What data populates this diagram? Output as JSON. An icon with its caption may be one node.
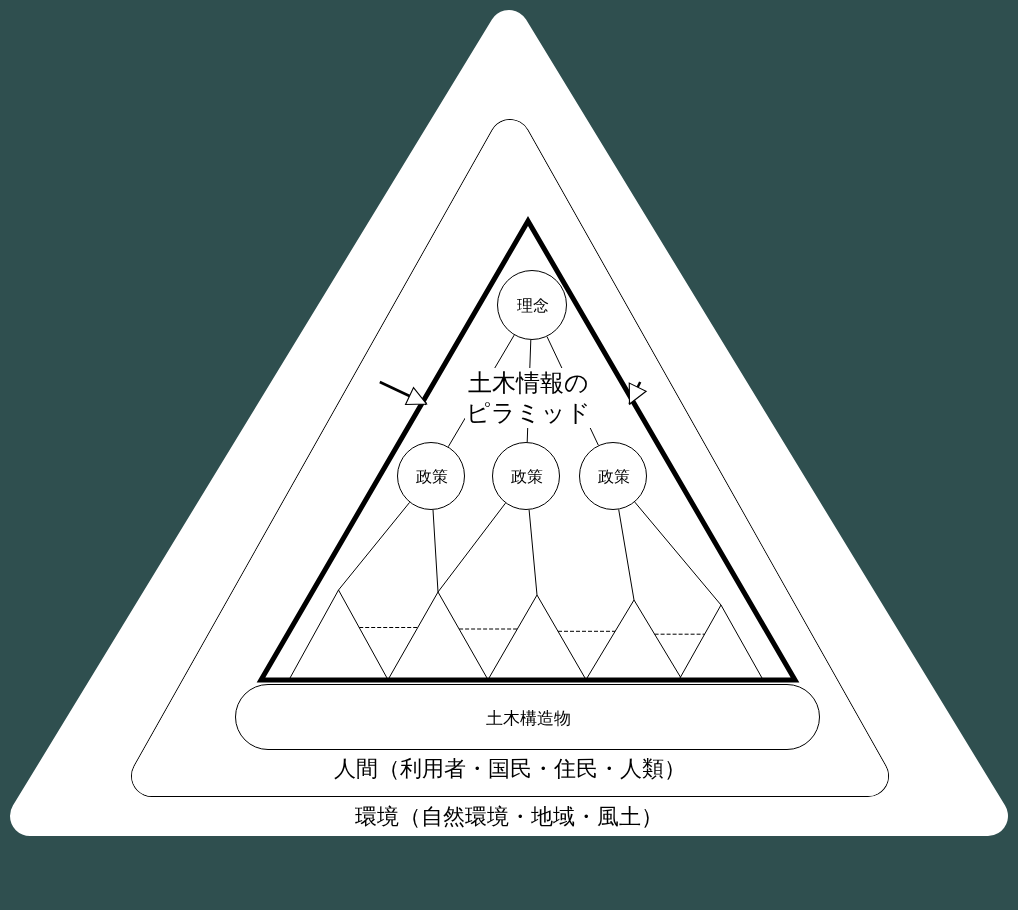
{
  "diagram": {
    "nodes": [
      {
        "text": [
          "環境（自然環境・地域・風土）"
        ]
      },
      {
        "text": [
          "人間（利用者・国民・住民・人類）"
        ],
        "in": 0
      },
      {
        "text": [
          "土木情報のピラミッド"
        ],
        "in": 1
      },
      {
        "text": [
          "理念"
        ],
        "in": 2
      },
      {
        "text": [
          "政策"
        ],
        "in": 2
      },
      {
        "text": [
          "政策"
        ],
        "in": 2
      },
      {
        "text": [
          "政策"
        ],
        "in": 2
      },
      {
        "text": [],
        "shape": "triangle",
        "in": 2
      },
      {
        "text": [],
        "shape": "triangle",
        "in": 2
      },
      {
        "text": [],
        "shape": "triangle",
        "in": 2
      },
      {
        "text": [],
        "shape": "triangle",
        "in": 2
      },
      {
        "text": [],
        "shape": "triangle",
        "in": 2
      },
      {
        "text": [
          "土木構造物"
        ],
        "in": 1
      }
    ],
    "edges": [
      {
        "from": 1,
        "to": 2,
        "arrow": "to"
      },
      {
        "from": 1,
        "to": 2,
        "arrow": "to"
      },
      {
        "from": 3,
        "to": 4,
        "arrow": "none"
      },
      {
        "from": 3,
        "to": 5,
        "arrow": "none"
      },
      {
        "from": 3,
        "to": 6,
        "arrow": "none"
      },
      {
        "from": 4,
        "to": 7,
        "arrow": "none"
      },
      {
        "from": 4,
        "to": 8,
        "arrow": "none"
      },
      {
        "from": 5,
        "to": 8,
        "arrow": "none"
      },
      {
        "from": 5,
        "to": 9,
        "arrow": "none"
      },
      {
        "from": 6,
        "to": 10,
        "arrow": "none"
      },
      {
        "from": 6,
        "to": 11,
        "arrow": "none"
      },
      {
        "from": 7,
        "to": 8,
        "arrow": "none",
        "style": "dashed"
      },
      {
        "from": 8,
        "to": 9,
        "arrow": "none",
        "style": "dashed"
      },
      {
        "from": 9,
        "to": 10,
        "arrow": "none",
        "style": "dashed"
      },
      {
        "from": 10,
        "to": 11,
        "arrow": "none",
        "style": "dashed"
      }
    ]
  }
}
